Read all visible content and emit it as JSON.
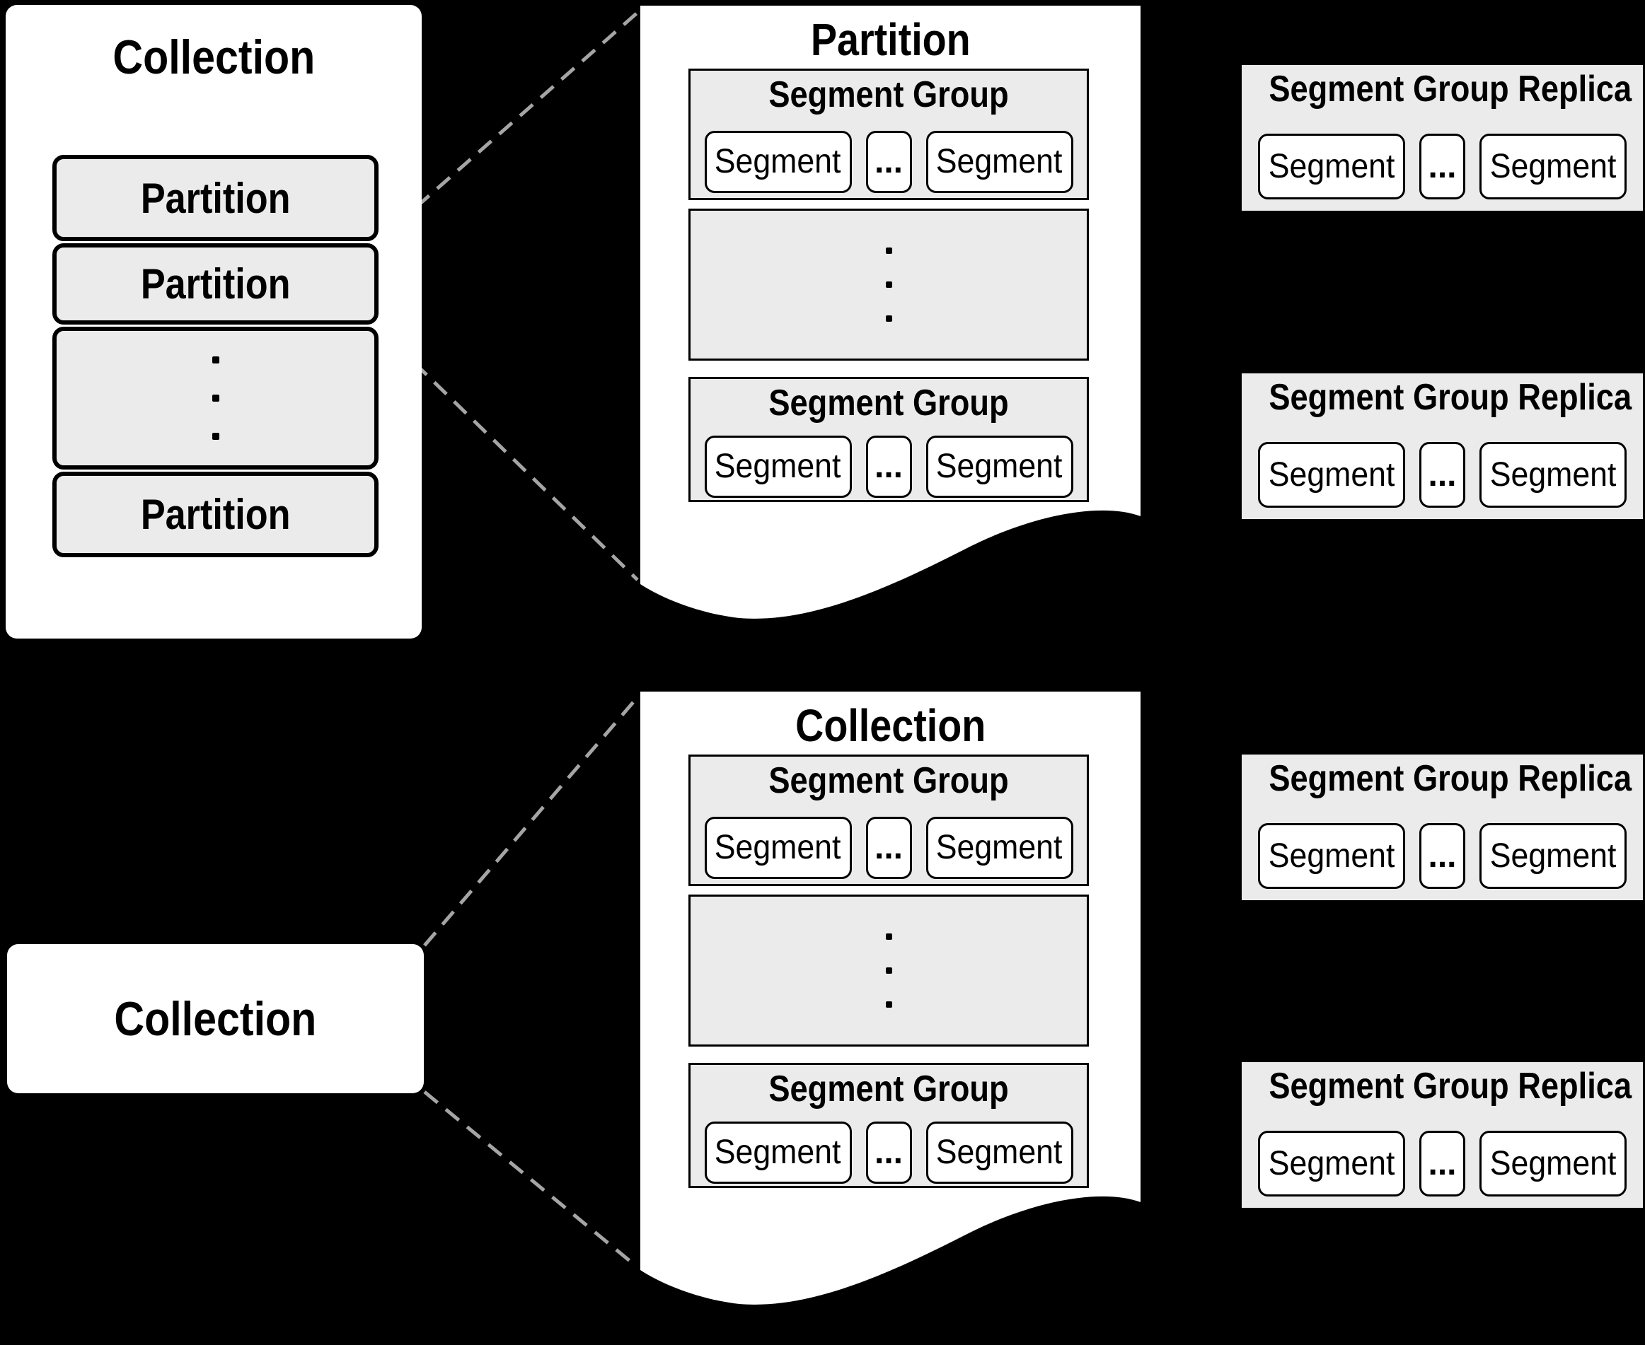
{
  "colors": {
    "background": "#000000",
    "panel_fill": "#ffffff",
    "box_fill": "#ebebeb",
    "border": "#000000",
    "dashed_connector": "#a5a5a5"
  },
  "icons": {
    "vertical_ellipsis_icon": "⋮"
  },
  "collection_panel": {
    "title": "Collection",
    "partitions": [
      "Partition",
      "Partition",
      "Partition"
    ]
  },
  "collection_box": {
    "title": "Collection"
  },
  "documents": {
    "partition_doc": {
      "title": "Partition",
      "segment_groups": [
        {
          "title": "Segment Group",
          "segments": [
            "Segment",
            "...",
            "Segment"
          ]
        },
        {
          "title": "Segment Group",
          "segments": [
            "Segment",
            "...",
            "Segment"
          ]
        }
      ]
    },
    "collection_doc": {
      "title": "Collection",
      "segment_groups": [
        {
          "title": "Segment Group",
          "segments": [
            "Segment",
            "...",
            "Segment"
          ]
        },
        {
          "title": "Segment Group",
          "segments": [
            "Segment",
            "...",
            "Segment"
          ]
        }
      ]
    }
  },
  "replicas": [
    {
      "title": "Segment Group Replica",
      "segments": [
        "Segment",
        "...",
        "Segment"
      ]
    },
    {
      "title": "Segment Group Replica",
      "segments": [
        "Segment",
        "...",
        "Segment"
      ]
    },
    {
      "title": "Segment Group Replica",
      "segments": [
        "Segment",
        "...",
        "Segment"
      ]
    },
    {
      "title": "Segment Group Replica",
      "segments": [
        "Segment",
        "...",
        "Segment"
      ]
    }
  ]
}
